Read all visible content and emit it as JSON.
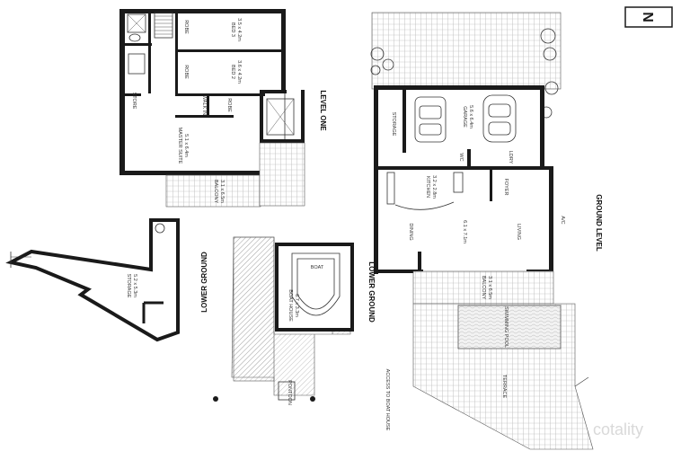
{
  "level_one": {
    "title": "LEVEL ONE",
    "bed3": "BED 3",
    "bed3_dim": "3.5 x 4.2m",
    "bed2": "BED 2",
    "bed2_dim": "3.6 x 4.2m",
    "robe1": "ROBE",
    "robe2": "ROBE",
    "store": "STORE",
    "walk_in": "WALK IN",
    "robe3": "ROBE",
    "master": "MASTER SUITE",
    "master_dim": "5.1 x 6.4m",
    "balcony": "BALCONY",
    "balcony_dim": "3.1 x 6.5m"
  },
  "lower_ground_left": {
    "title": "LOWER GROUND",
    "storage": "STORAGE",
    "storage_dim": "5.2 x 5.3m"
  },
  "lower_ground_mid": {
    "title": "LOWER GROUND",
    "boat": "BOAT",
    "boat_house": "BOAT HOUSE",
    "boat_house_dim": "6.7 x 3.3m",
    "pontoon": "PONTOON"
  },
  "ground_level": {
    "title": "GROUND LEVEL",
    "storage": "STORAGE",
    "garage": "GARAGE",
    "garage_dim": "5.6 x 6.4m",
    "wc": "WC",
    "ldry": "LDRY",
    "kitchen": "KITCHEN",
    "kitchen_dim": "3.2 x 2.8m",
    "foyer": "FOYER",
    "dining": "DINING",
    "living": "LIVING",
    "living_dim": "6.1 x 7.1m",
    "ac": "A/C",
    "balcony": "BALCONY",
    "balcony_dim": "3.1 x 6.5m",
    "pool": "SWIMMING POOL",
    "terrace": "TERRACE",
    "access": "ACCESS TO BOAT HOUSE"
  },
  "watermark": "cotality",
  "compass": "N"
}
